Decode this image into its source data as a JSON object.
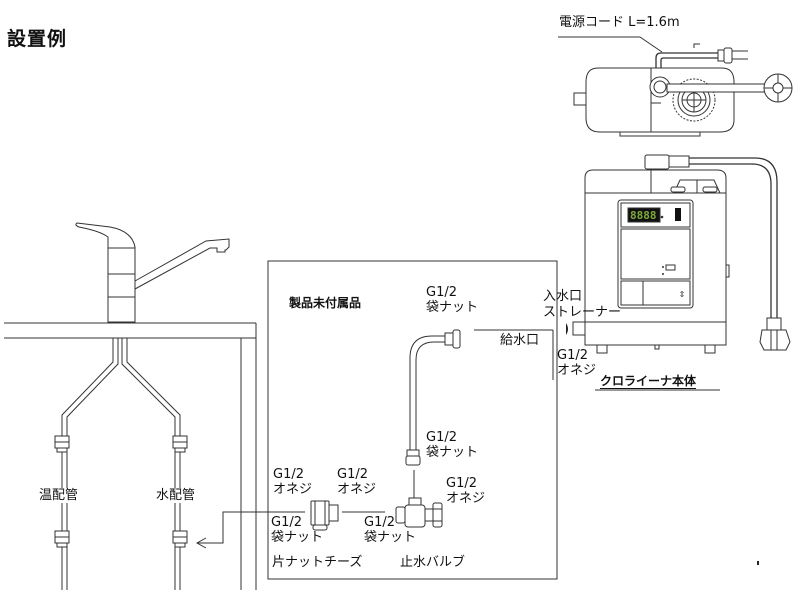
{
  "title": "設置例",
  "power_cord": {
    "label": "電源コード  L=1.6m"
  },
  "accessories_box": {
    "label": "製品未付属品"
  },
  "labels": {
    "inlet": "入水口",
    "strainer": "ストレーナー",
    "supply_port": "給水口",
    "unit_body": "クロライーナ本体",
    "hot_pipe": "温配管",
    "cold_pipe": "水配管",
    "tee_name": "片ナットチーズ",
    "valve_name": "止水バルブ"
  },
  "connectors": {
    "hose_top_nut": {
      "line1": "G1/2",
      "line2": "袋ナット"
    },
    "hose_bottom_nut": {
      "line1": "G1/2",
      "line2": "袋ナット"
    },
    "inlet_male": {
      "line1": "G1/2",
      "line2": "オネジ"
    },
    "tee_male_left": {
      "line1": "G1/2",
      "line2": "オネジ"
    },
    "tee_male_mid": {
      "line1": "G1/2",
      "line2": "オネジ"
    },
    "valve_male_right": {
      "line1": "G1/2",
      "line2": "オネジ"
    },
    "tee_nut_bottom": {
      "line1": "G1/2",
      "line2": "袋ナット"
    },
    "valve_nut_bottom": {
      "line1": "G1/2",
      "line2": "袋ナット"
    }
  },
  "unit_display": {
    "value": "8888"
  }
}
